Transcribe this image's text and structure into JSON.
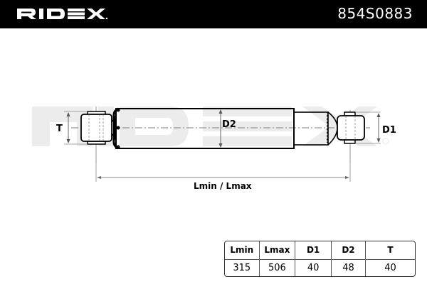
{
  "header": {
    "brand": "RIDEX",
    "part_number": "854S0883"
  },
  "drawing": {
    "subject": "shock-absorber",
    "dimension_labels": {
      "t": "T",
      "d1": "D1",
      "d2": "D2",
      "length": "Lmin / Lmax"
    },
    "watermark": "RIDEX"
  },
  "spec_table": {
    "columns": [
      "Lmin",
      "Lmax",
      "D1",
      "D2",
      "T"
    ],
    "values": [
      "315",
      "506",
      "40",
      "48",
      "40"
    ]
  },
  "colors": {
    "header_bg": "#000000",
    "header_text": "#ffffff",
    "watermark": "#ececec",
    "line": "#000000",
    "dim_line": "#8a8a8a"
  }
}
